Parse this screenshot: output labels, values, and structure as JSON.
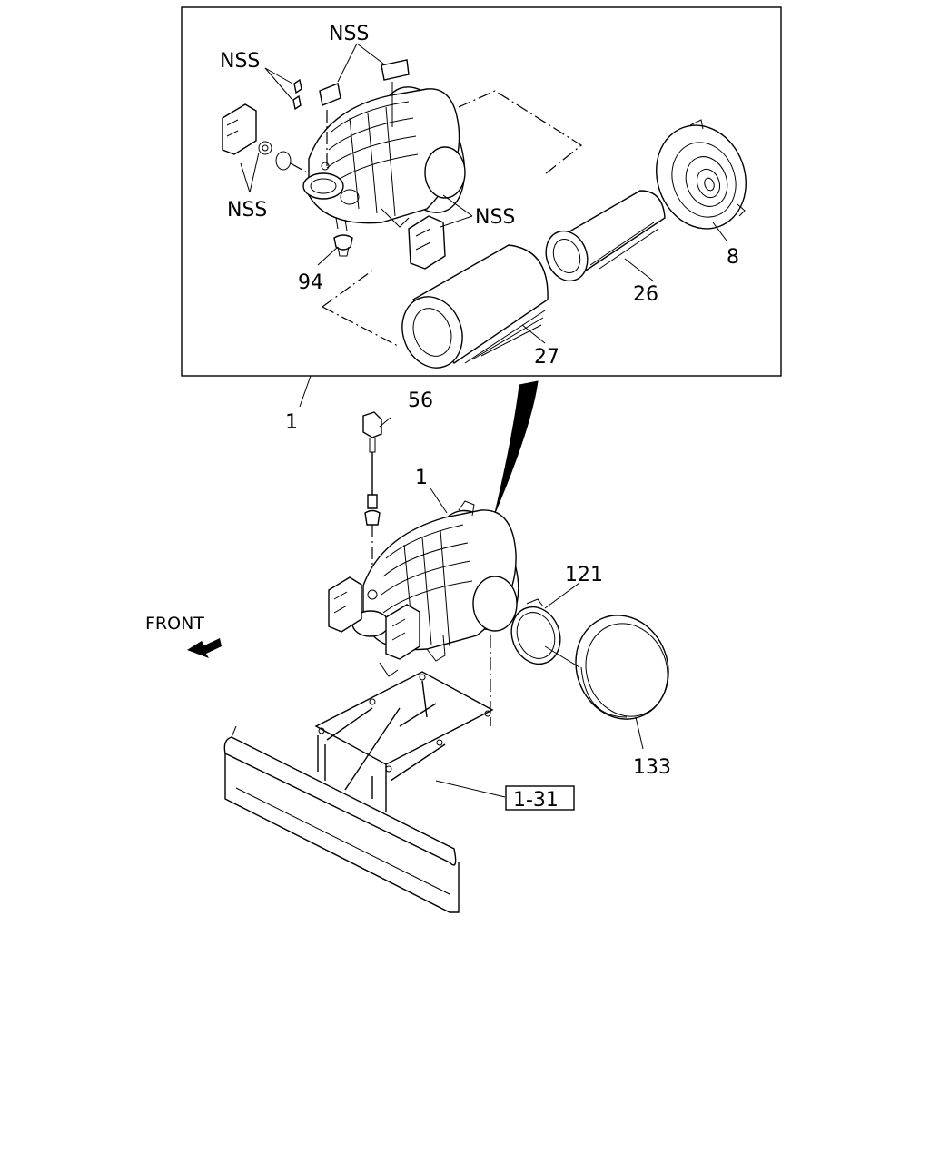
{
  "diagram": {
    "callouts": {
      "nss_top": "NSS",
      "nss_upper_left": "NSS",
      "nss_lower_left": "NSS",
      "nss_right": "NSS",
      "p94": "94",
      "p8": "8",
      "p26": "26",
      "p27": "27",
      "p1_outer": "1",
      "p56": "56",
      "p1_inner": "1",
      "p121": "121",
      "p133": "133",
      "ref_box": "1-31"
    },
    "front_label": "FRONT"
  }
}
